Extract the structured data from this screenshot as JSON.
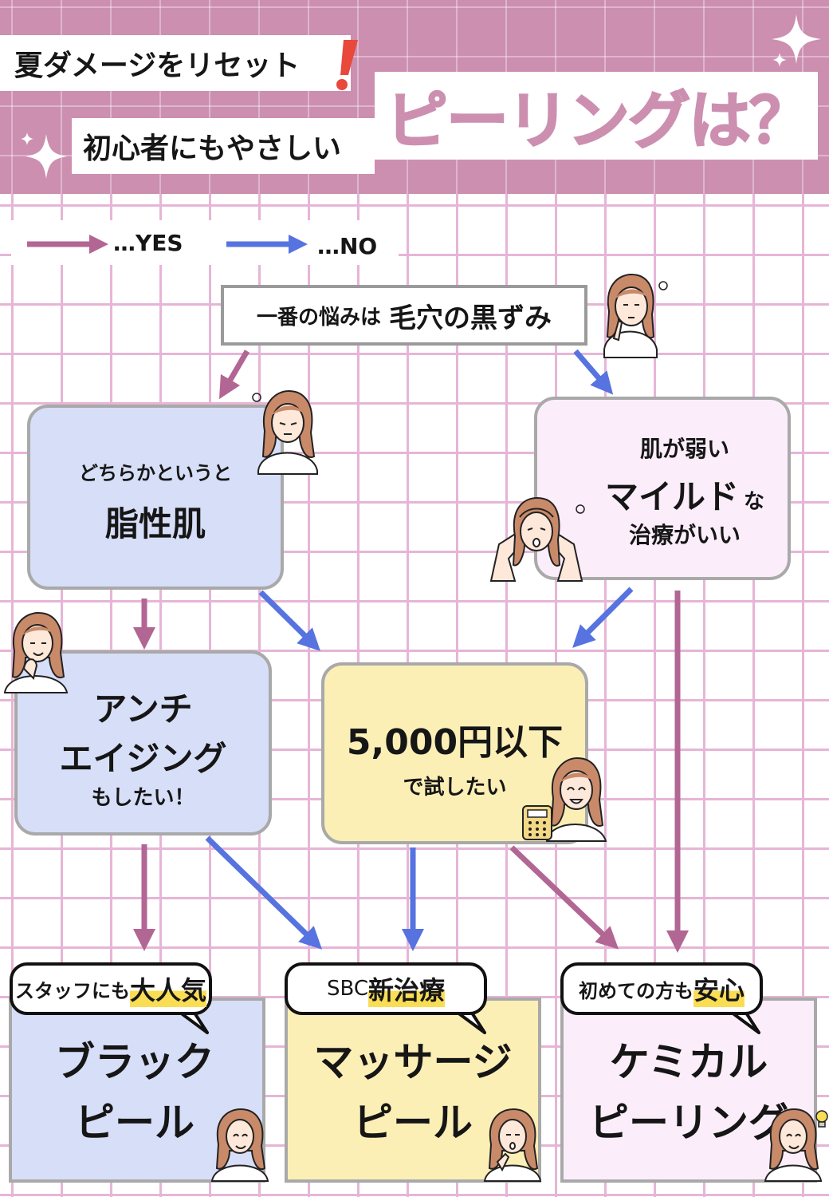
{
  "header": {
    "tag1": "夏ダメージをリセット",
    "tag2": "初心者にもやさしい",
    "title": "ピーリングは？"
  },
  "legend": {
    "yes_label": "…YES",
    "no_label": "…NO"
  },
  "colors": {
    "yes": "#b26694",
    "no": "#5673e0",
    "header_bg": "#cc8fb0",
    "grid": "#e6b5d6",
    "blue_box": "#d7def7",
    "pink_box": "#fbeefa",
    "yellow_box": "#fcefb6",
    "highlight": "#f9dd55",
    "exclaim": "#e8493b"
  },
  "questions": {
    "q1": {
      "small": "一番の悩みは",
      "big": "毛穴の黒ずみ"
    },
    "q2": {
      "line1": "どちらかというと",
      "line2": "脂性肌"
    },
    "q3": {
      "line1": "肌が弱い",
      "line2_big": "マイルド",
      "line2_small": "な",
      "line3": "治療がいい"
    },
    "q4": {
      "line1": "アンチ",
      "line2": "エイジング",
      "line3": "もしたい！"
    },
    "q5": {
      "line1": "5,000円以下",
      "line2": "で試したい"
    }
  },
  "results": {
    "r1": {
      "bubble_plain": "スタッフにも",
      "bubble_highlight": "大人気",
      "line1": "ブラック",
      "line2": "ピール"
    },
    "r2": {
      "bubble_plain": "SBC",
      "bubble_highlight": "新治療",
      "line1": "マッサージ",
      "line2": "ピール"
    },
    "r3": {
      "bubble_plain": "初めての方も",
      "bubble_highlight": "安心",
      "line1": "ケミカル",
      "line2": "ピーリング"
    }
  },
  "icons": [
    "sparkle-icon",
    "exclamation-icon",
    "woman-illustration-icon",
    "calculator-icon",
    "lightbulb-icon"
  ]
}
